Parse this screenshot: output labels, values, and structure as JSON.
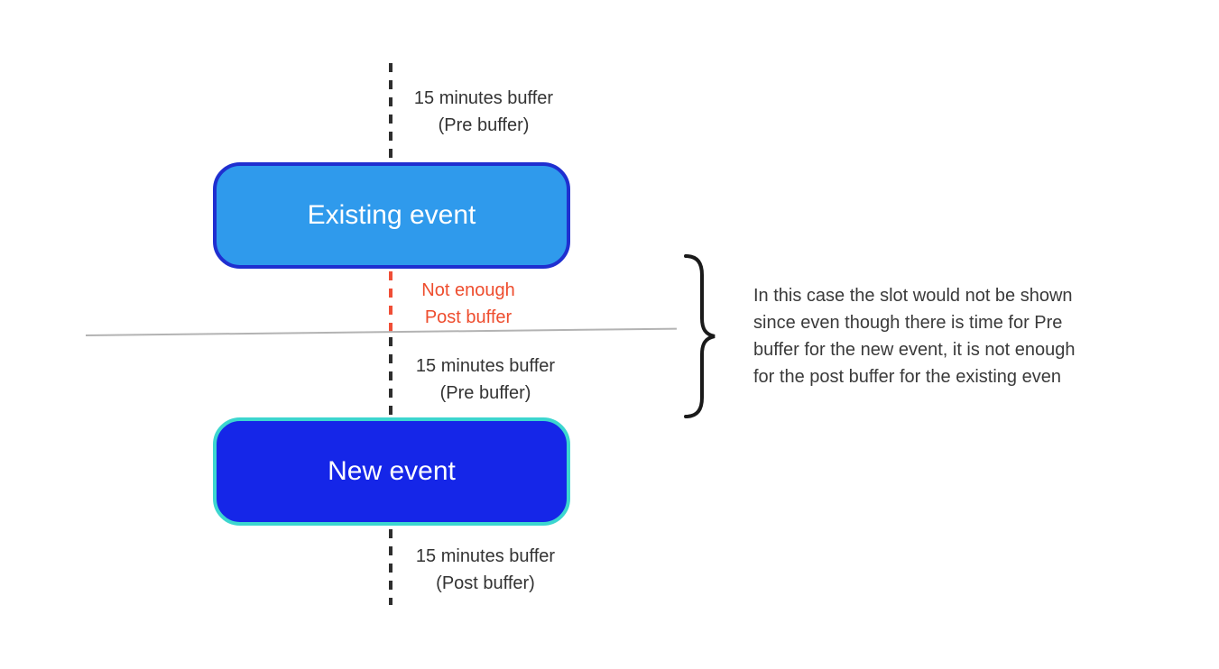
{
  "diagram": {
    "top_buffer_label": "15 minutes buffer\n(Pre buffer)",
    "existing_event_label": "Existing event",
    "not_enough_label": "Not enough\nPost buffer",
    "mid_buffer_label": "15 minutes buffer\n(Pre buffer)",
    "new_event_label": "New event",
    "bottom_buffer_label": "15 minutes buffer\n(Post buffer)",
    "annotation_text": "In this case the slot would not be shown\nsince even though there is time for Pre\nbuffer for the new event, it is not enough\nfor the post buffer for the existing even",
    "colors": {
      "existing_event_fill": "#2f9aec",
      "existing_event_border": "#1f2fd0",
      "new_event_fill": "#1526e8",
      "new_event_border": "#3cd6cf",
      "buffer_label_text": "#333333",
      "not_enough_text": "#ee4d2e",
      "red_dash": "#f04e36",
      "black_dash": "#2e2e2e",
      "divider_line": "#b3b3b3",
      "annotation_text": "#3a3a3a",
      "event_text": "#ffffff"
    }
  }
}
